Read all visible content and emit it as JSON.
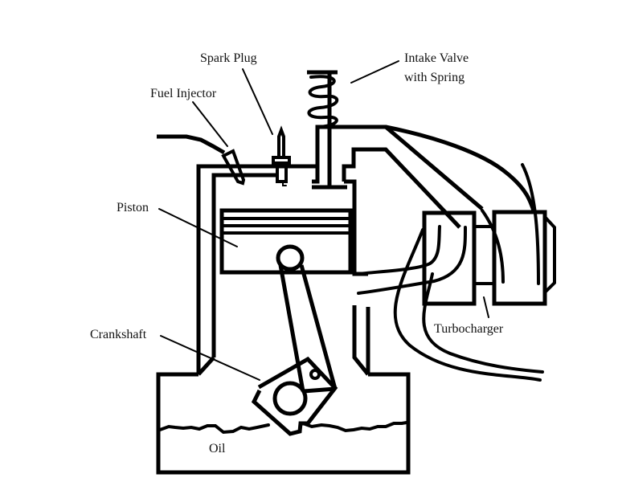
{
  "diagram": {
    "title": "Turbocharged engine cylinder diagram",
    "labels": {
      "spark_plug": "Spark Plug",
      "intake_valve_line1": "Intake Valve",
      "intake_valve_line2": "with Spring",
      "fuel_injector": "Fuel Injector",
      "piston": "Piston",
      "crankshaft": "Crankshaft",
      "turbocharger": "Turbocharger",
      "oil": "Oil"
    },
    "colors": {
      "line": "#000000",
      "background": "#ffffff",
      "text": "#111111"
    }
  }
}
